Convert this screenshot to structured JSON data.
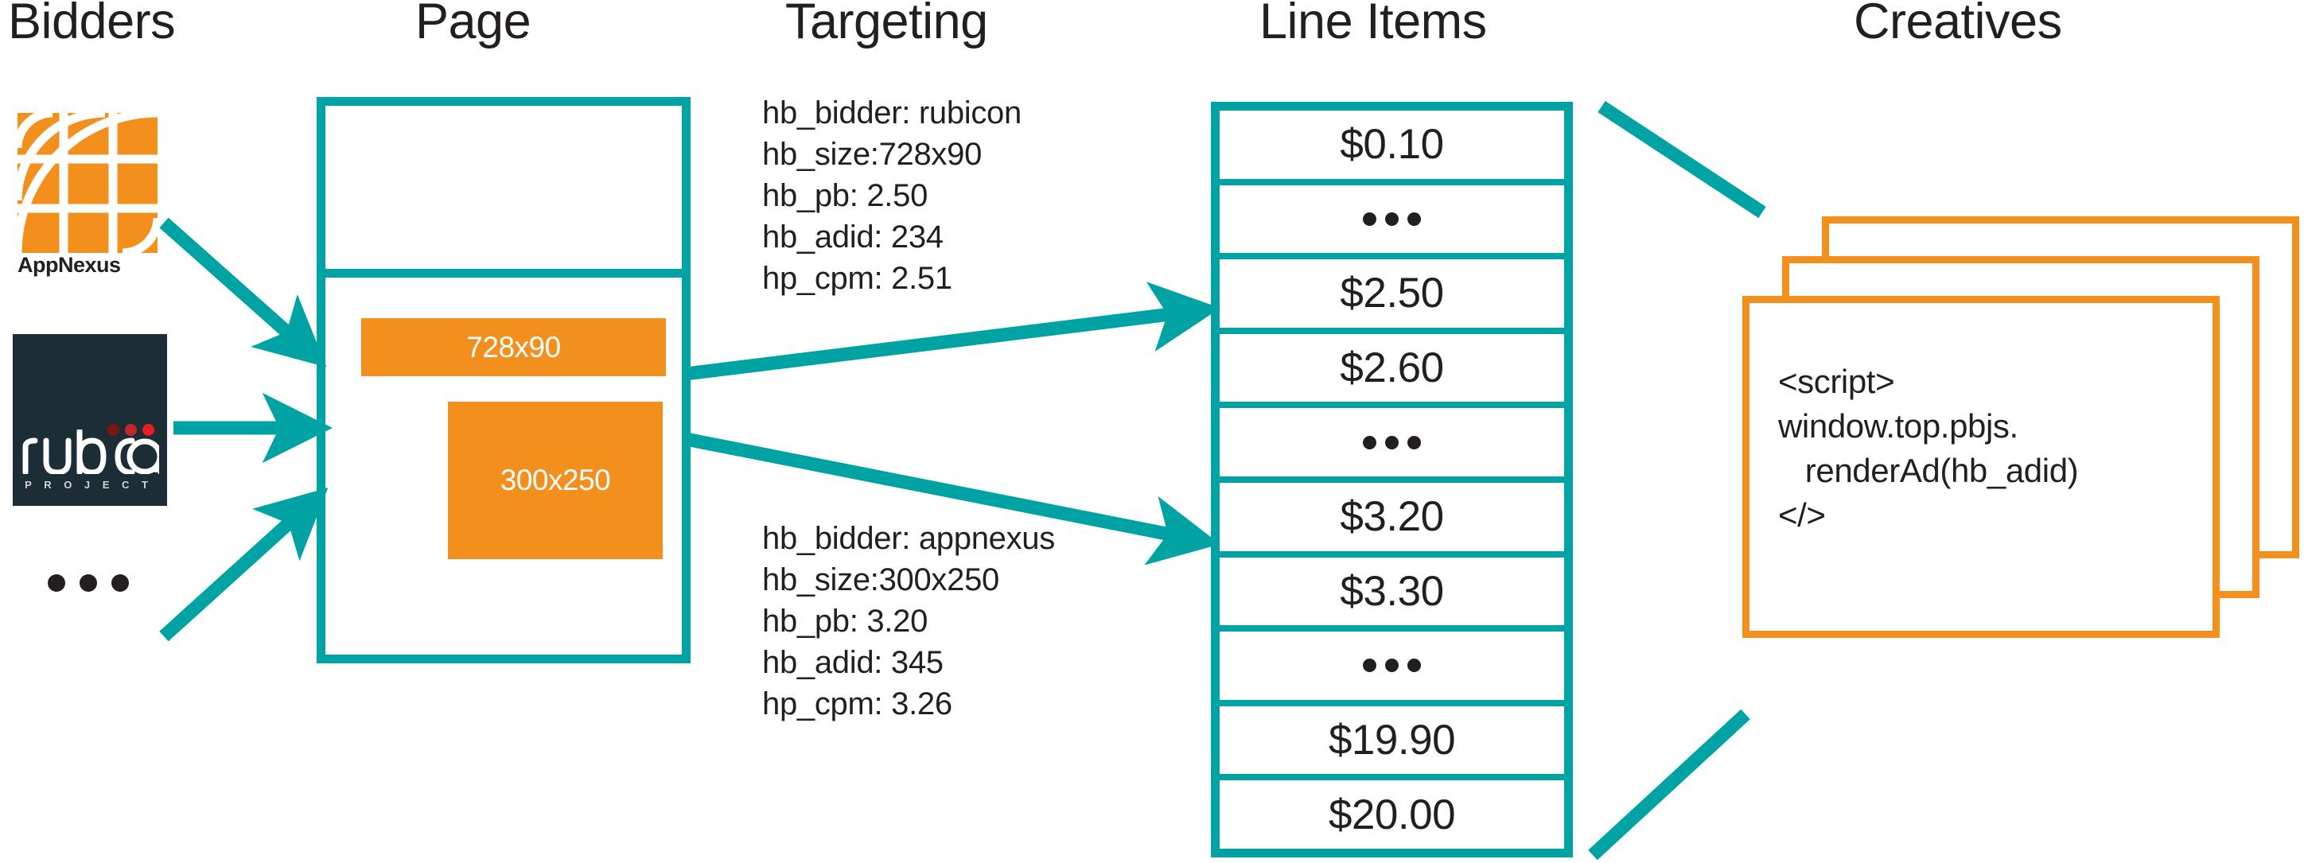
{
  "colors": {
    "teal": "#00A3A3",
    "orange": "#F3901D",
    "dark": "#231f20",
    "rubicon_bg": "#1d2d35",
    "dot_dark_red": "#7d1416",
    "dot_mid_red": "#c1272d",
    "dot_bright_red": "#ed1c24",
    "white": "#ffffff"
  },
  "columns": [
    {
      "id": "bidders",
      "title": "Bidders"
    },
    {
      "id": "page",
      "title": "Page"
    },
    {
      "id": "targeting",
      "title": "Targeting"
    },
    {
      "id": "lineitems",
      "title": "Line Items"
    },
    {
      "id": "creatives",
      "title": "Creatives"
    }
  ],
  "bidders": {
    "appnexus": {
      "label": "AppNexus",
      "logo_icon": "appnexus-logo-icon"
    },
    "rubicon": {
      "label": "rubicon",
      "sublabel": "P R O J E C T",
      "logo_icon": "rubicon-project-logo-icon"
    },
    "more_label": "..."
  },
  "page": {
    "ad_slots": [
      {
        "label": "728x90"
      },
      {
        "label": "300x250"
      }
    ]
  },
  "targeting": {
    "blocks": [
      {
        "id": "targeting-rubicon",
        "text": "hb_bidder: rubicon\nhb_size:728x90\nhb_pb: 2.50\nhb_adid: 234\nhp_cpm: 2.51",
        "fields": {
          "hb_bidder": "rubicon",
          "hb_size": "728x90",
          "hb_pb": "2.50",
          "hb_adid": "234",
          "hp_cpm": "2.51"
        }
      },
      {
        "id": "targeting-appnexus",
        "text": "hb_bidder: appnexus\nhb_size:300x250\nhb_pb: 3.20\nhb_adid: 345\nhp_cpm: 3.26",
        "fields": {
          "hb_bidder": "appnexus",
          "hb_size": "300x250",
          "hb_pb": "3.20",
          "hb_adid": "345",
          "hp_cpm": "3.26"
        }
      }
    ]
  },
  "line_items": {
    "rows": [
      {
        "label": "$0.10",
        "ellipsis": false
      },
      {
        "label": "...",
        "ellipsis": true
      },
      {
        "label": "$2.50",
        "ellipsis": false
      },
      {
        "label": "$2.60",
        "ellipsis": false
      },
      {
        "label": "...",
        "ellipsis": true
      },
      {
        "label": "$3.20",
        "ellipsis": false
      },
      {
        "label": "$3.30",
        "ellipsis": false
      },
      {
        "label": "...",
        "ellipsis": true
      },
      {
        "label": "$19.90",
        "ellipsis": false
      },
      {
        "label": "$20.00",
        "ellipsis": false
      }
    ]
  },
  "creatives": {
    "card_count": 3,
    "code": "<script>\nwindow.top.pbjs.\n   renderAd(hb_adid)\n</>"
  }
}
